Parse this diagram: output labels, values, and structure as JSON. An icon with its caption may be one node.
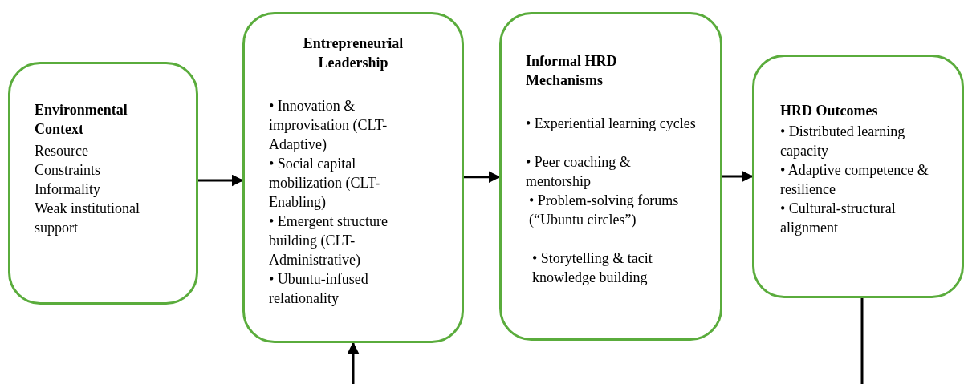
{
  "diagram": {
    "nodes": [
      {
        "text": [
          "Environmental Context",
          "Resource Constraints",
          "Informality",
          "Weak institutional support"
        ]
      },
      {
        "text": [
          "Entrepreneurial Leadership",
          "• Innovation & improvisation (CLT-Adaptive)",
          "• Social capital mobilization (CLT-Enabling)",
          "• Emergent structure building (CLT-Administrative)",
          "• Ubuntu-infused relationality"
        ]
      },
      {
        "text": [
          "Informal HRD Mechanisms",
          "• Experiential learning cycles",
          "• Peer coaching & mentorship",
          "• Problem-solving forums (“Ubuntu circles”)",
          "• Storytelling & tacit knowledge building"
        ]
      },
      {
        "text": [
          "HRD Outcomes",
          "• Distributed learning capacity",
          "• Adaptive competence & resilience",
          "• Cultural-structural alignment"
        ]
      }
    ],
    "edges": [
      {
        "from": 0,
        "to": 1,
        "arrow": "to"
      },
      {
        "from": 1,
        "to": 2,
        "arrow": "to"
      },
      {
        "from": 2,
        "to": 3,
        "arrow": "to"
      },
      {
        "from": null,
        "to": 1,
        "arrow": "to"
      },
      {
        "from": 3,
        "to": null,
        "arrow": "none"
      }
    ]
  }
}
